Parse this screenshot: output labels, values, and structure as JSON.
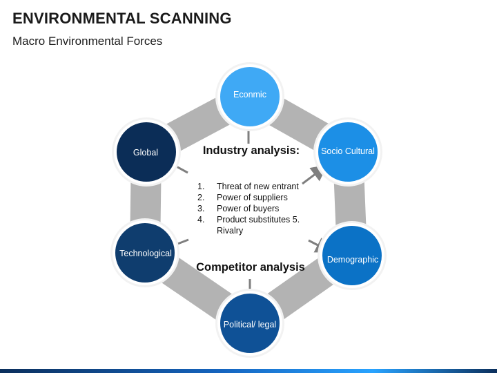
{
  "title": "ENVIRONMENTAL SCANNING",
  "subtitle": "Macro Environmental Forces",
  "colors": {
    "ring": "#b3b3b3",
    "arrow": "#7f7f7f",
    "light_blue": "#3fa9f5",
    "mid_blue": "#0b72c6",
    "dark_navy": "#0b2d57",
    "navy": "#0f3d6e"
  },
  "nodes": [
    {
      "label": "Econmic"
    },
    {
      "label": "Socio Cultural"
    },
    {
      "label": "Demographic"
    },
    {
      "label": "Political/ legal"
    },
    {
      "label": "Technological"
    },
    {
      "label": "Global"
    }
  ],
  "center": {
    "industry_heading": "Industry analysis:",
    "items": [
      {
        "num": "1.",
        "text": "Threat of new entrant"
      },
      {
        "num": "2.",
        "text": "Power of suppliers"
      },
      {
        "num": "3.",
        "text": "Power of buyers"
      },
      {
        "num": "4.",
        "text": "Product substitutes 5. Rivalry"
      }
    ],
    "competitor_heading": "Competitor analysis"
  }
}
